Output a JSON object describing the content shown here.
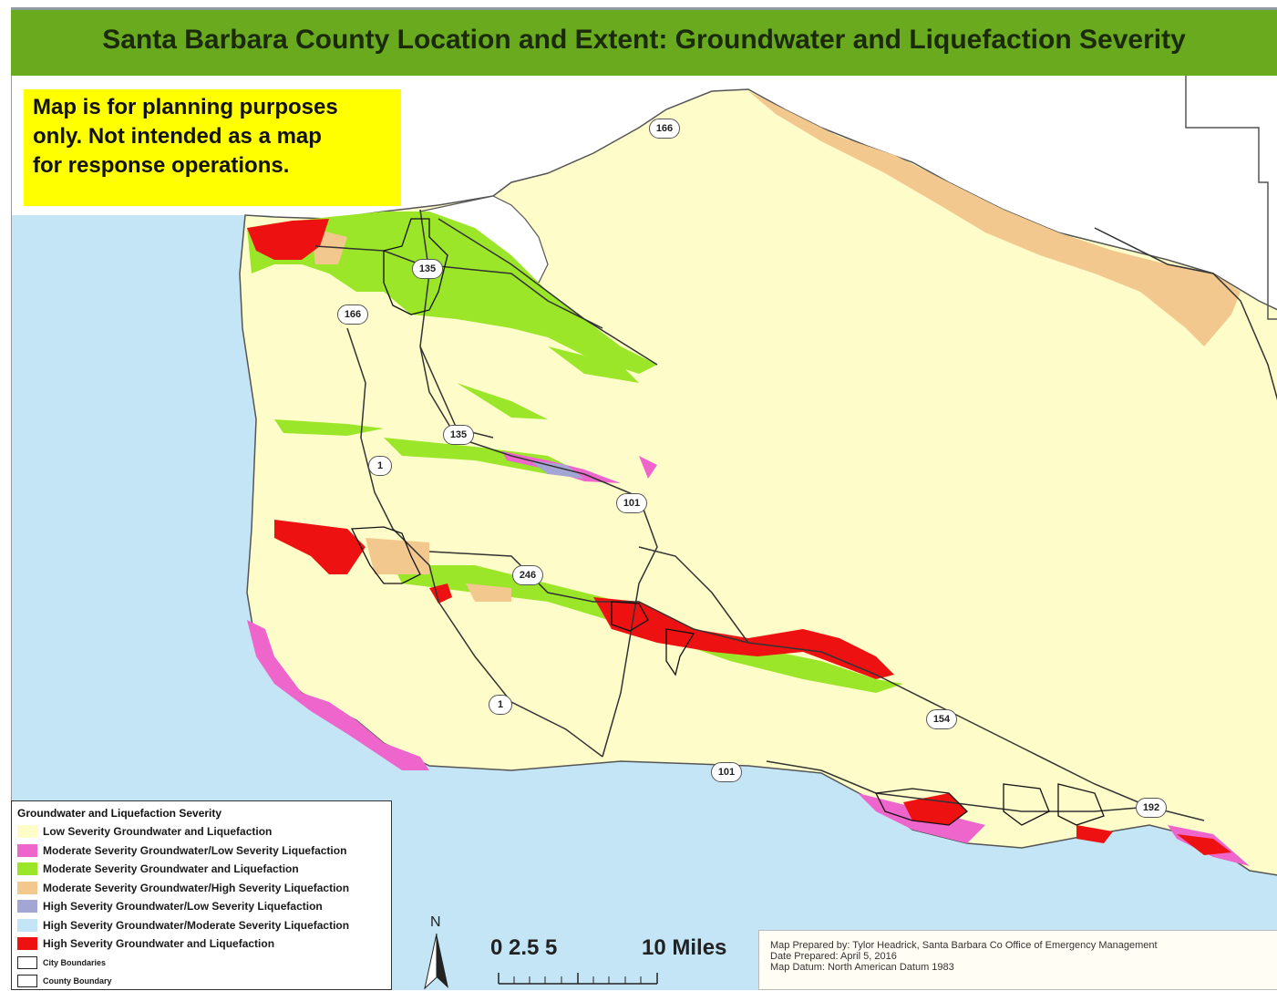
{
  "title": "Santa Barbara County Location and Extent:  Groundwater and Liquefaction Severity",
  "disclaimer": {
    "line1": "Map is for planning purposes",
    "line2": "only.  Not intended as a map",
    "line3": "for response operations."
  },
  "legend": {
    "title": "Groundwater and Liquefaction Severity",
    "items": [
      {
        "label": "Low Severity Groundwater and Liquefaction",
        "color": "#fefcc9"
      },
      {
        "label": "Moderate Severity Groundwater/Low Severity Liquefaction",
        "color": "#ee66cc"
      },
      {
        "label": "Moderate Severity Groundwater and Liquefaction",
        "color": "#9ce62a"
      },
      {
        "label": "Moderate Severity Groundwater/High Severity Liquefaction",
        "color": "#f2c88e"
      },
      {
        "label": "High Severity Groundwater/Low Severity Liquefaction",
        "color": "#a3a6d4"
      },
      {
        "label": "High Severity Groundwater/Moderate Severity Liquefaction",
        "color": "#c4e5f6"
      },
      {
        "label": "High Severity Groundwater and Liquefaction",
        "color": "#ee1111"
      },
      {
        "label": "City Boundaries",
        "color": "outline"
      },
      {
        "label": "County Boundary",
        "color": "outline"
      }
    ]
  },
  "north_label": "N",
  "scale": {
    "ticks": "0  2.5  5",
    "unit": "10 Miles"
  },
  "credits": {
    "prepared_by": "Map Prepared by: Tylor Headrick, Santa Barbara Co Office of Emergency Management",
    "date": "Date Prepared: April 5, 2016",
    "datum": "Map Datum: North American Datum 1983"
  },
  "highways": [
    {
      "id": "h166a",
      "label": "166"
    },
    {
      "id": "h135a",
      "label": "135"
    },
    {
      "id": "h166b",
      "label": "166"
    },
    {
      "id": "h1a",
      "label": "1"
    },
    {
      "id": "h135b",
      "label": "135"
    },
    {
      "id": "h101a",
      "label": "101"
    },
    {
      "id": "h246",
      "label": "246"
    },
    {
      "id": "h1b",
      "label": "1"
    },
    {
      "id": "h154",
      "label": "154"
    },
    {
      "id": "h101b",
      "label": "101"
    },
    {
      "id": "h192",
      "label": "192"
    }
  ],
  "colors": {
    "title_bar": "#6aaa1f",
    "ocean": "#c4e5f6",
    "land_outside": "#ffffff",
    "low": "#fefcc9",
    "mod_low": "#ee66cc",
    "moderate": "#9ce62a",
    "mod_high": "#f2c88e",
    "high_low": "#a3a6d4",
    "high": "#ee1111"
  }
}
